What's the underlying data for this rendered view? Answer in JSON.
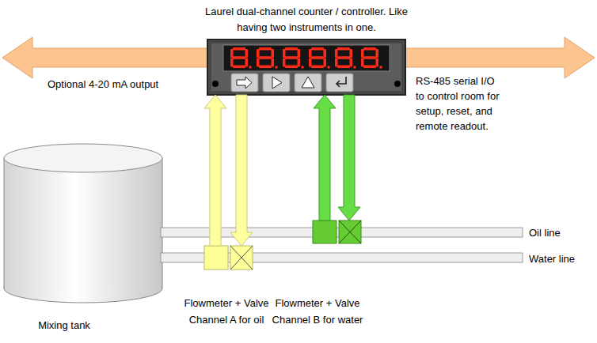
{
  "diagram": {
    "nodes": [
      {
        "text": [
          "Laurel dual-channel counter / controller. Like having two instruments in one."
        ]
      },
      {
        "text": [
          "Mixing tank"
        ]
      },
      {
        "text": [
          "Flowmeter + Valve Channel A for oil"
        ]
      },
      {
        "text": [
          "Flowmeter + Valve Channel B for water"
        ]
      }
    ],
    "edges": [
      {
        "from": 2,
        "to": 0,
        "arrow": "to"
      },
      {
        "from": 0,
        "to": 2,
        "arrow": "to"
      },
      {
        "from": 3,
        "to": 0,
        "arrow": "to"
      },
      {
        "from": 0,
        "to": 3,
        "arrow": "to"
      }
    ],
    "labels": [
      "Optional 4-20 mA output",
      "RS-485 serial I/O to control room for setup, reset, and remote readout.",
      "Oil line",
      "Water line"
    ]
  }
}
